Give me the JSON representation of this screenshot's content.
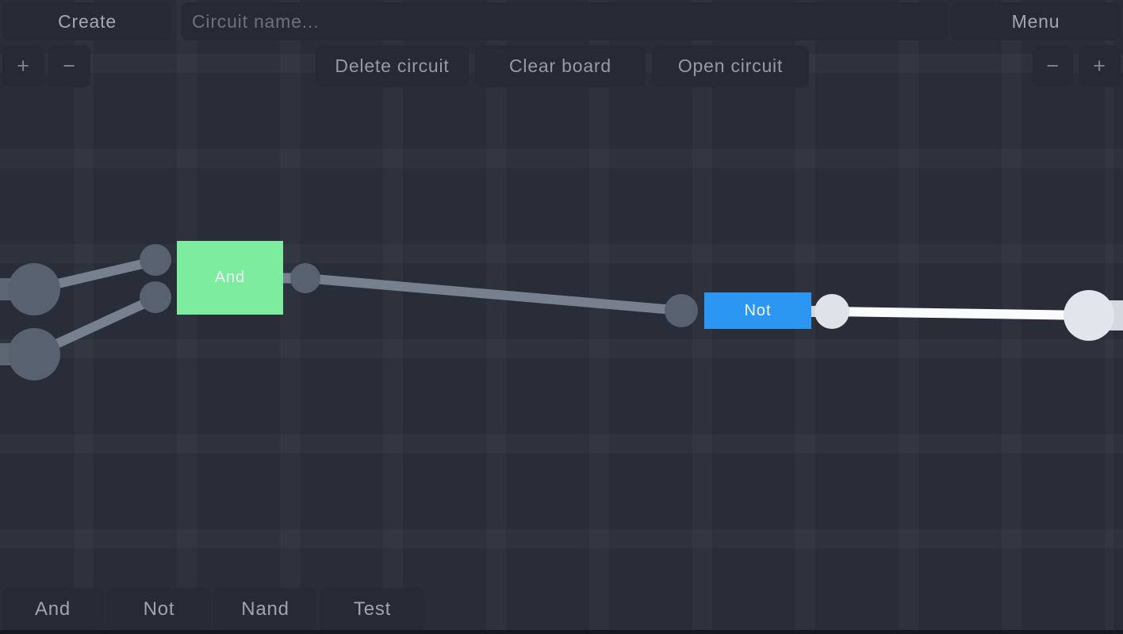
{
  "topbar": {
    "create": "Create",
    "circuit_name_placeholder": "Circuit name...",
    "menu": "Menu",
    "delete_circuit": "Delete circuit",
    "clear_board": "Clear board",
    "open_circuit": "Open circuit",
    "zoom_in": "+",
    "zoom_out": "−"
  },
  "palette": {
    "items": [
      {
        "label": "And"
      },
      {
        "label": "Not"
      },
      {
        "label": "Nand"
      },
      {
        "label": "Test"
      }
    ]
  },
  "canvas": {
    "gates": [
      {
        "label": "And"
      },
      {
        "label": "Not"
      }
    ]
  },
  "colors": {
    "gate_and": "#7dec9e",
    "gate_not": "#2b97f3",
    "wire_off": "#76808f",
    "wire_on": "#fafbfc",
    "node_off": "#586170",
    "node_on": "#dfe3e9",
    "terminal_off": "#5d6673",
    "terminal_on": "#e2e5eb",
    "stub_on": "#d5d8df"
  }
}
